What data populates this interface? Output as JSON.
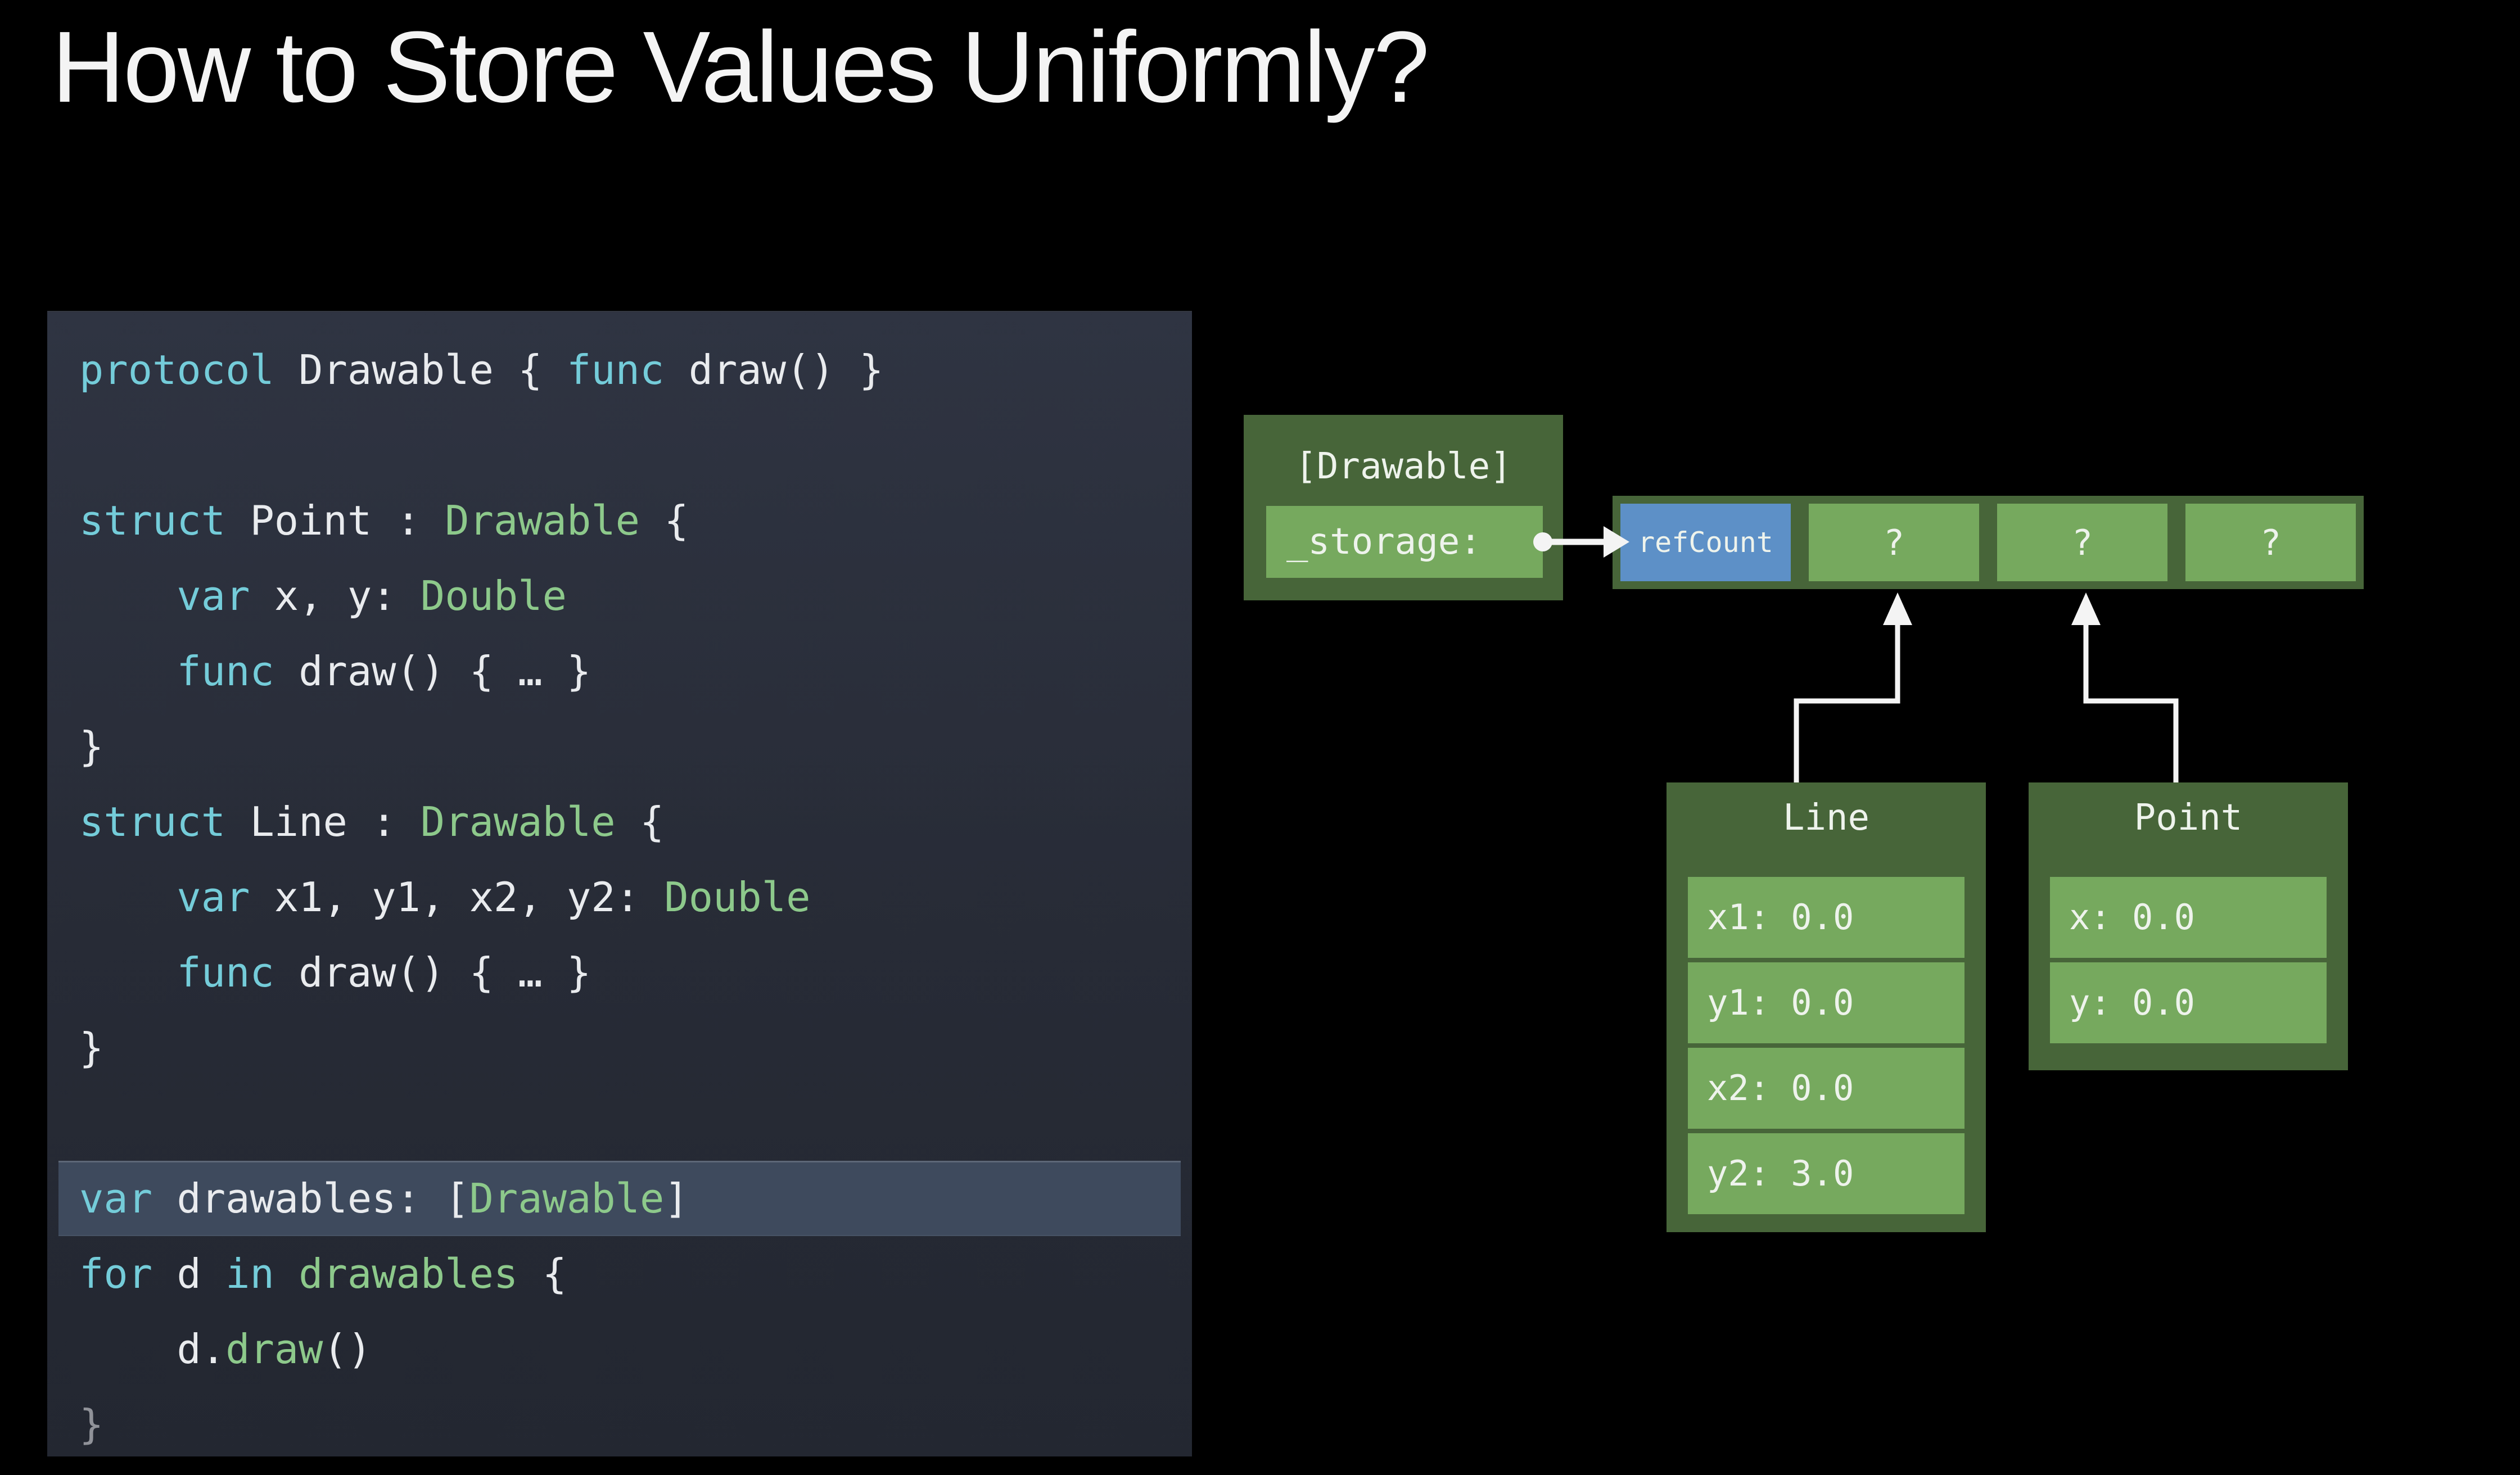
{
  "title": "How to Store Values Uniformly?",
  "code": {
    "lines": [
      {
        "tokens": [
          {
            "text": "protocol",
            "type": "keyword"
          },
          {
            "text": " Drawable { ",
            "type": "plain"
          },
          {
            "text": "func",
            "type": "keyword"
          },
          {
            "text": " draw() }",
            "type": "plain"
          }
        ]
      },
      {
        "tokens": []
      },
      {
        "tokens": [
          {
            "text": "struct",
            "type": "keyword"
          },
          {
            "text": " Point : ",
            "type": "plain"
          },
          {
            "text": "Drawable",
            "type": "type"
          },
          {
            "text": " {",
            "type": "plain"
          }
        ]
      },
      {
        "tokens": [
          {
            "text": "    ",
            "type": "plain"
          },
          {
            "text": "var",
            "type": "keyword"
          },
          {
            "text": " x, y: ",
            "type": "plain"
          },
          {
            "text": "Double",
            "type": "type"
          }
        ]
      },
      {
        "tokens": [
          {
            "text": "    ",
            "type": "plain"
          },
          {
            "text": "func",
            "type": "keyword"
          },
          {
            "text": " draw() { … }",
            "type": "plain"
          }
        ]
      },
      {
        "tokens": [
          {
            "text": "}",
            "type": "plain"
          }
        ]
      },
      {
        "tokens": [
          {
            "text": "struct",
            "type": "keyword"
          },
          {
            "text": " Line : ",
            "type": "plain"
          },
          {
            "text": "Drawable",
            "type": "type"
          },
          {
            "text": " {",
            "type": "plain"
          }
        ]
      },
      {
        "tokens": [
          {
            "text": "    ",
            "type": "plain"
          },
          {
            "text": "var",
            "type": "keyword"
          },
          {
            "text": " x1, y1, x2, y2: ",
            "type": "plain"
          },
          {
            "text": "Double",
            "type": "type"
          }
        ]
      },
      {
        "tokens": [
          {
            "text": "    ",
            "type": "plain"
          },
          {
            "text": "func",
            "type": "keyword"
          },
          {
            "text": " draw() { … }",
            "type": "plain"
          }
        ]
      },
      {
        "tokens": [
          {
            "text": "}",
            "type": "plain"
          }
        ]
      },
      {
        "tokens": []
      },
      {
        "highlight": true,
        "tokens": [
          {
            "text": "var",
            "type": "keyword"
          },
          {
            "text": " drawables: [",
            "type": "plain"
          },
          {
            "text": "Drawable",
            "type": "type"
          },
          {
            "text": "]",
            "type": "plain"
          }
        ]
      },
      {
        "tokens": [
          {
            "text": "for",
            "type": "keyword"
          },
          {
            "text": " d ",
            "type": "plain"
          },
          {
            "text": "in",
            "type": "keyword"
          },
          {
            "text": " ",
            "type": "plain"
          },
          {
            "text": "drawables",
            "type": "type"
          },
          {
            "text": " {",
            "type": "plain"
          }
        ]
      },
      {
        "tokens": [
          {
            "text": "    d.",
            "type": "plain"
          },
          {
            "text": "draw",
            "type": "type"
          },
          {
            "text": "()",
            "type": "plain"
          }
        ]
      },
      {
        "faded": true,
        "tokens": [
          {
            "text": "}",
            "type": "plain"
          }
        ]
      }
    ]
  },
  "diagram": {
    "drawable_box": {
      "header": "[Drawable]",
      "field": "_storage:"
    },
    "heap_row": {
      "cells": [
        {
          "label": "refCount",
          "kind": "ref"
        },
        {
          "label": "?",
          "kind": "slot"
        },
        {
          "label": "?",
          "kind": "slot"
        },
        {
          "label": "?",
          "kind": "slot"
        }
      ]
    },
    "line_box": {
      "header": "Line",
      "rows": [
        "x1: 0.0",
        "y1: 0.0",
        "x2: 0.0",
        "y2: 3.0"
      ]
    },
    "point_box": {
      "header": "Point",
      "rows": [
        "x: 0.0",
        "y: 0.0"
      ]
    }
  },
  "colors": {
    "background": "#000000",
    "title_color": "#f4f4f4",
    "panel_top": "#2f3442",
    "panel_bottom": "#232731",
    "highlight_bg": "#3e4a5d",
    "keyword": "#74ccd9",
    "type": "#8dc98b",
    "plain": "#e9ebee",
    "green_dark": "#476539",
    "green_light": "#76a95e",
    "ref_blue": "#5d90c7",
    "box_text": "#eef3ec",
    "arrow": "#f4f4f4"
  }
}
